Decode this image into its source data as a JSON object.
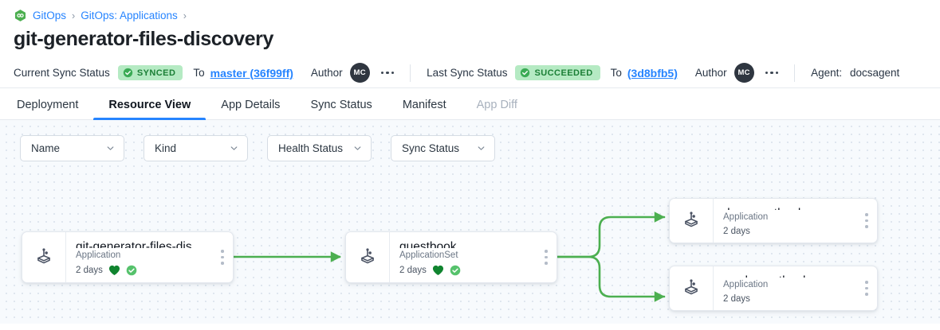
{
  "breadcrumb": {
    "logo_icon": "gitops-hexagon-icon",
    "items": [
      {
        "label": "GitOps",
        "link": true
      },
      {
        "label": "GitOps: Applications",
        "link": true
      }
    ],
    "separator": "›",
    "trailing_separator": "›"
  },
  "page_title": "git-generator-files-discovery",
  "status_bar": {
    "current": {
      "label": "Current Sync Status",
      "badge": {
        "text": "SYNCED",
        "icon": "check-circle-icon",
        "bg": "#b5eac3",
        "fg": "#1b7f36"
      },
      "to_word": "To",
      "revision": "master (36f99ff)",
      "author_label": "Author",
      "avatar_initials": "MC",
      "menu_icon": "ellipsis-icon"
    },
    "last": {
      "label": "Last Sync Status",
      "badge": {
        "text": "SUCCEEDED",
        "icon": "check-circle-icon",
        "bg": "#b5eac3",
        "fg": "#1b7f36"
      },
      "to_word": "To",
      "revision": "(3d8bfb5)",
      "author_label": "Author",
      "avatar_initials": "MC",
      "menu_icon": "ellipsis-icon"
    },
    "agent_label": "Agent:",
    "agent_value": "docsagent"
  },
  "tabs": [
    {
      "label": "Deployment",
      "state": "normal"
    },
    {
      "label": "Resource View",
      "state": "active"
    },
    {
      "label": "App Details",
      "state": "normal"
    },
    {
      "label": "Sync Status",
      "state": "normal"
    },
    {
      "label": "Manifest",
      "state": "normal"
    },
    {
      "label": "App Diff",
      "state": "disabled"
    }
  ],
  "filters": [
    {
      "label": "Name",
      "icon": "chevron-down-icon"
    },
    {
      "label": "Kind",
      "icon": "chevron-down-icon"
    },
    {
      "label": "Health Status",
      "icon": "chevron-down-icon"
    },
    {
      "label": "Sync Status",
      "icon": "chevron-down-icon"
    }
  ],
  "graph": {
    "edge_color": "#4caf50",
    "nodes": [
      {
        "id": "root",
        "name": "git-generator-files-disco…",
        "kind": "Application",
        "age": "2 days",
        "icon": "argo-application-icon",
        "health": "healthy",
        "sync": "synced",
        "menu_icon": "kebab-menu-icon"
      },
      {
        "id": "appset",
        "name": "guestbook",
        "kind": "ApplicationSet",
        "age": "2 days",
        "icon": "argo-applicationset-icon",
        "health": "healthy",
        "sync": "synced",
        "menu_icon": "kebab-menu-icon"
      },
      {
        "id": "dev",
        "name": "dev-guestbook",
        "kind": "Application",
        "age": "2 days",
        "icon": "argo-application-icon",
        "health": null,
        "sync": null,
        "menu_icon": "kebab-menu-icon"
      },
      {
        "id": "prod",
        "name": "prod-guestbook",
        "kind": "Application",
        "age": "2 days",
        "icon": "argo-application-icon",
        "health": null,
        "sync": null,
        "menu_icon": "kebab-menu-icon"
      }
    ]
  }
}
